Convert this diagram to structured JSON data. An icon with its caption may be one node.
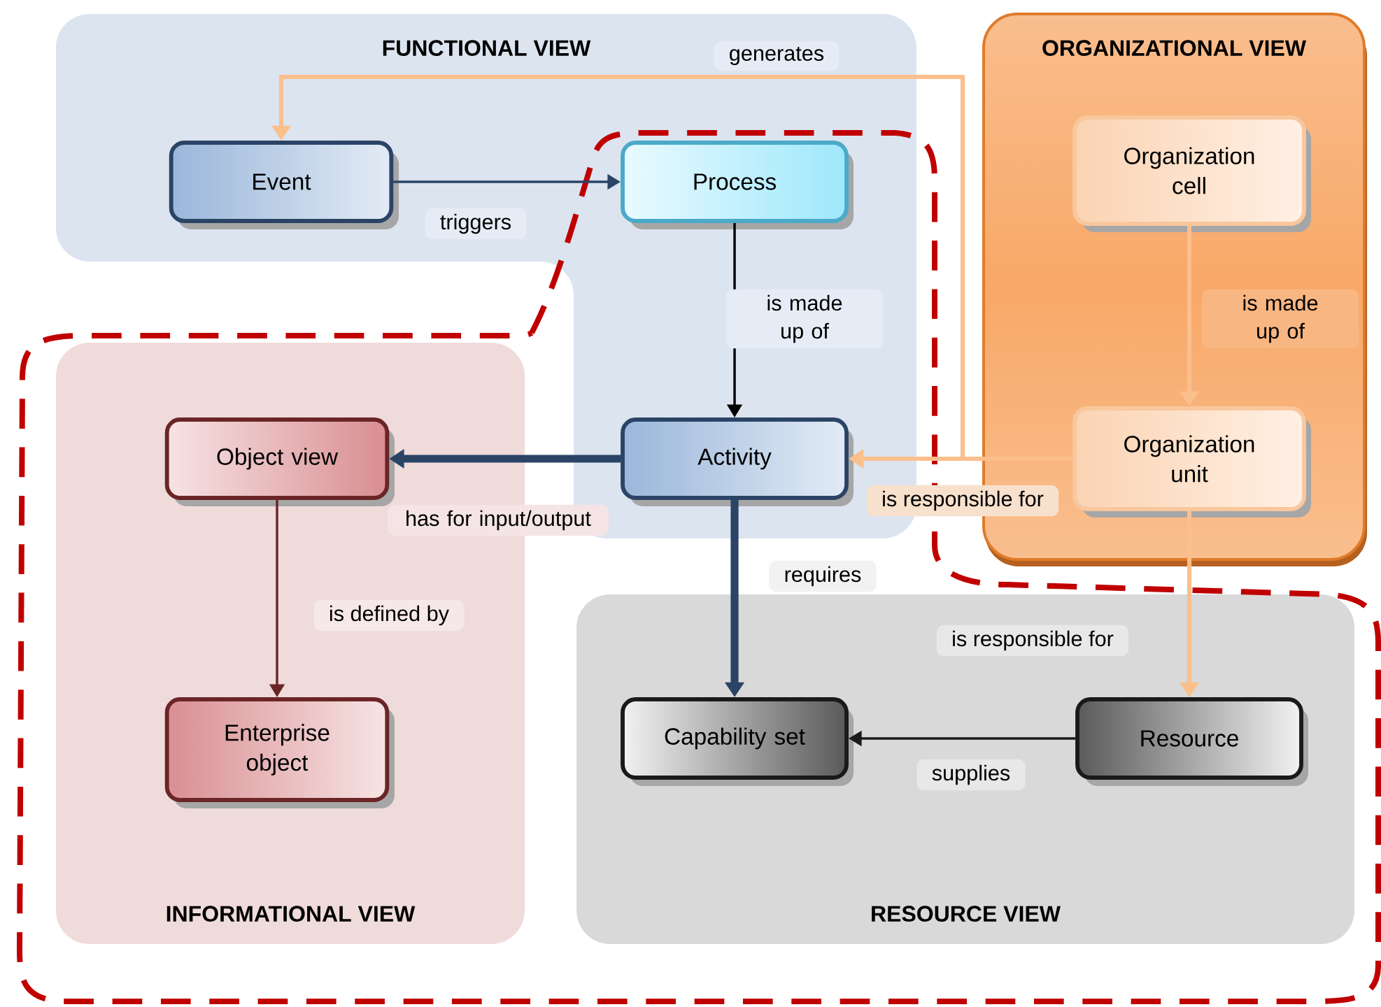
{
  "diagram": {
    "nodes": [
      {
        "text": [
          "FUNCTIONAL VIEW"
        ]
      },
      {
        "text": [
          "Event"
        ],
        "in": 0
      },
      {
        "text": [
          "Process"
        ],
        "in": 0
      },
      {
        "text": [
          "Activity"
        ],
        "in": 0
      },
      {
        "text": [
          "ORGANIZATIONAL VIEW"
        ]
      },
      {
        "text": [
          "Organization cell"
        ],
        "in": 4
      },
      {
        "text": [
          "Organization unit"
        ],
        "in": 4
      },
      {
        "text": [
          "INFORMATIONAL VIEW"
        ]
      },
      {
        "text": [
          "Object view"
        ],
        "in": 7
      },
      {
        "text": [
          "Enterprise object"
        ],
        "in": 7
      },
      {
        "text": [
          "RESOURCE VIEW"
        ]
      },
      {
        "text": [
          "Capability set"
        ],
        "in": 10
      },
      {
        "text": [
          "Resource"
        ],
        "in": 10
      }
    ],
    "edges": [
      {
        "from": 1,
        "to": 2,
        "arrow": "to",
        "label": "triggers",
        "color": "#2b4466"
      },
      {
        "from": 6,
        "to": 1,
        "arrow": "to",
        "label": "generates"
      },
      {
        "from": 2,
        "to": 3,
        "arrow": "to",
        "label": "is made up of",
        "color": "#000000"
      },
      {
        "from": 6,
        "to": 3,
        "arrow": "to",
        "label": "is responsible for"
      },
      {
        "from": 5,
        "to": 6,
        "arrow": "to",
        "label": "is made up of"
      },
      {
        "from": 3,
        "to": 8,
        "arrow": "to",
        "label": "has for input/output",
        "style": "thick",
        "color": "#2b4466"
      },
      {
        "from": 8,
        "to": 9,
        "arrow": "to",
        "label": "is defined by",
        "color": "#6b2526"
      },
      {
        "from": 3,
        "to": 11,
        "arrow": "to",
        "label": "requires",
        "style": "thick",
        "color": "#2b4466"
      },
      {
        "from": 6,
        "to": 12,
        "arrow": "to",
        "label": "is responsible for"
      },
      {
        "from": 12,
        "to": 11,
        "arrow": "to",
        "label": "supplies",
        "color": "#1a1a1a"
      }
    ]
  }
}
